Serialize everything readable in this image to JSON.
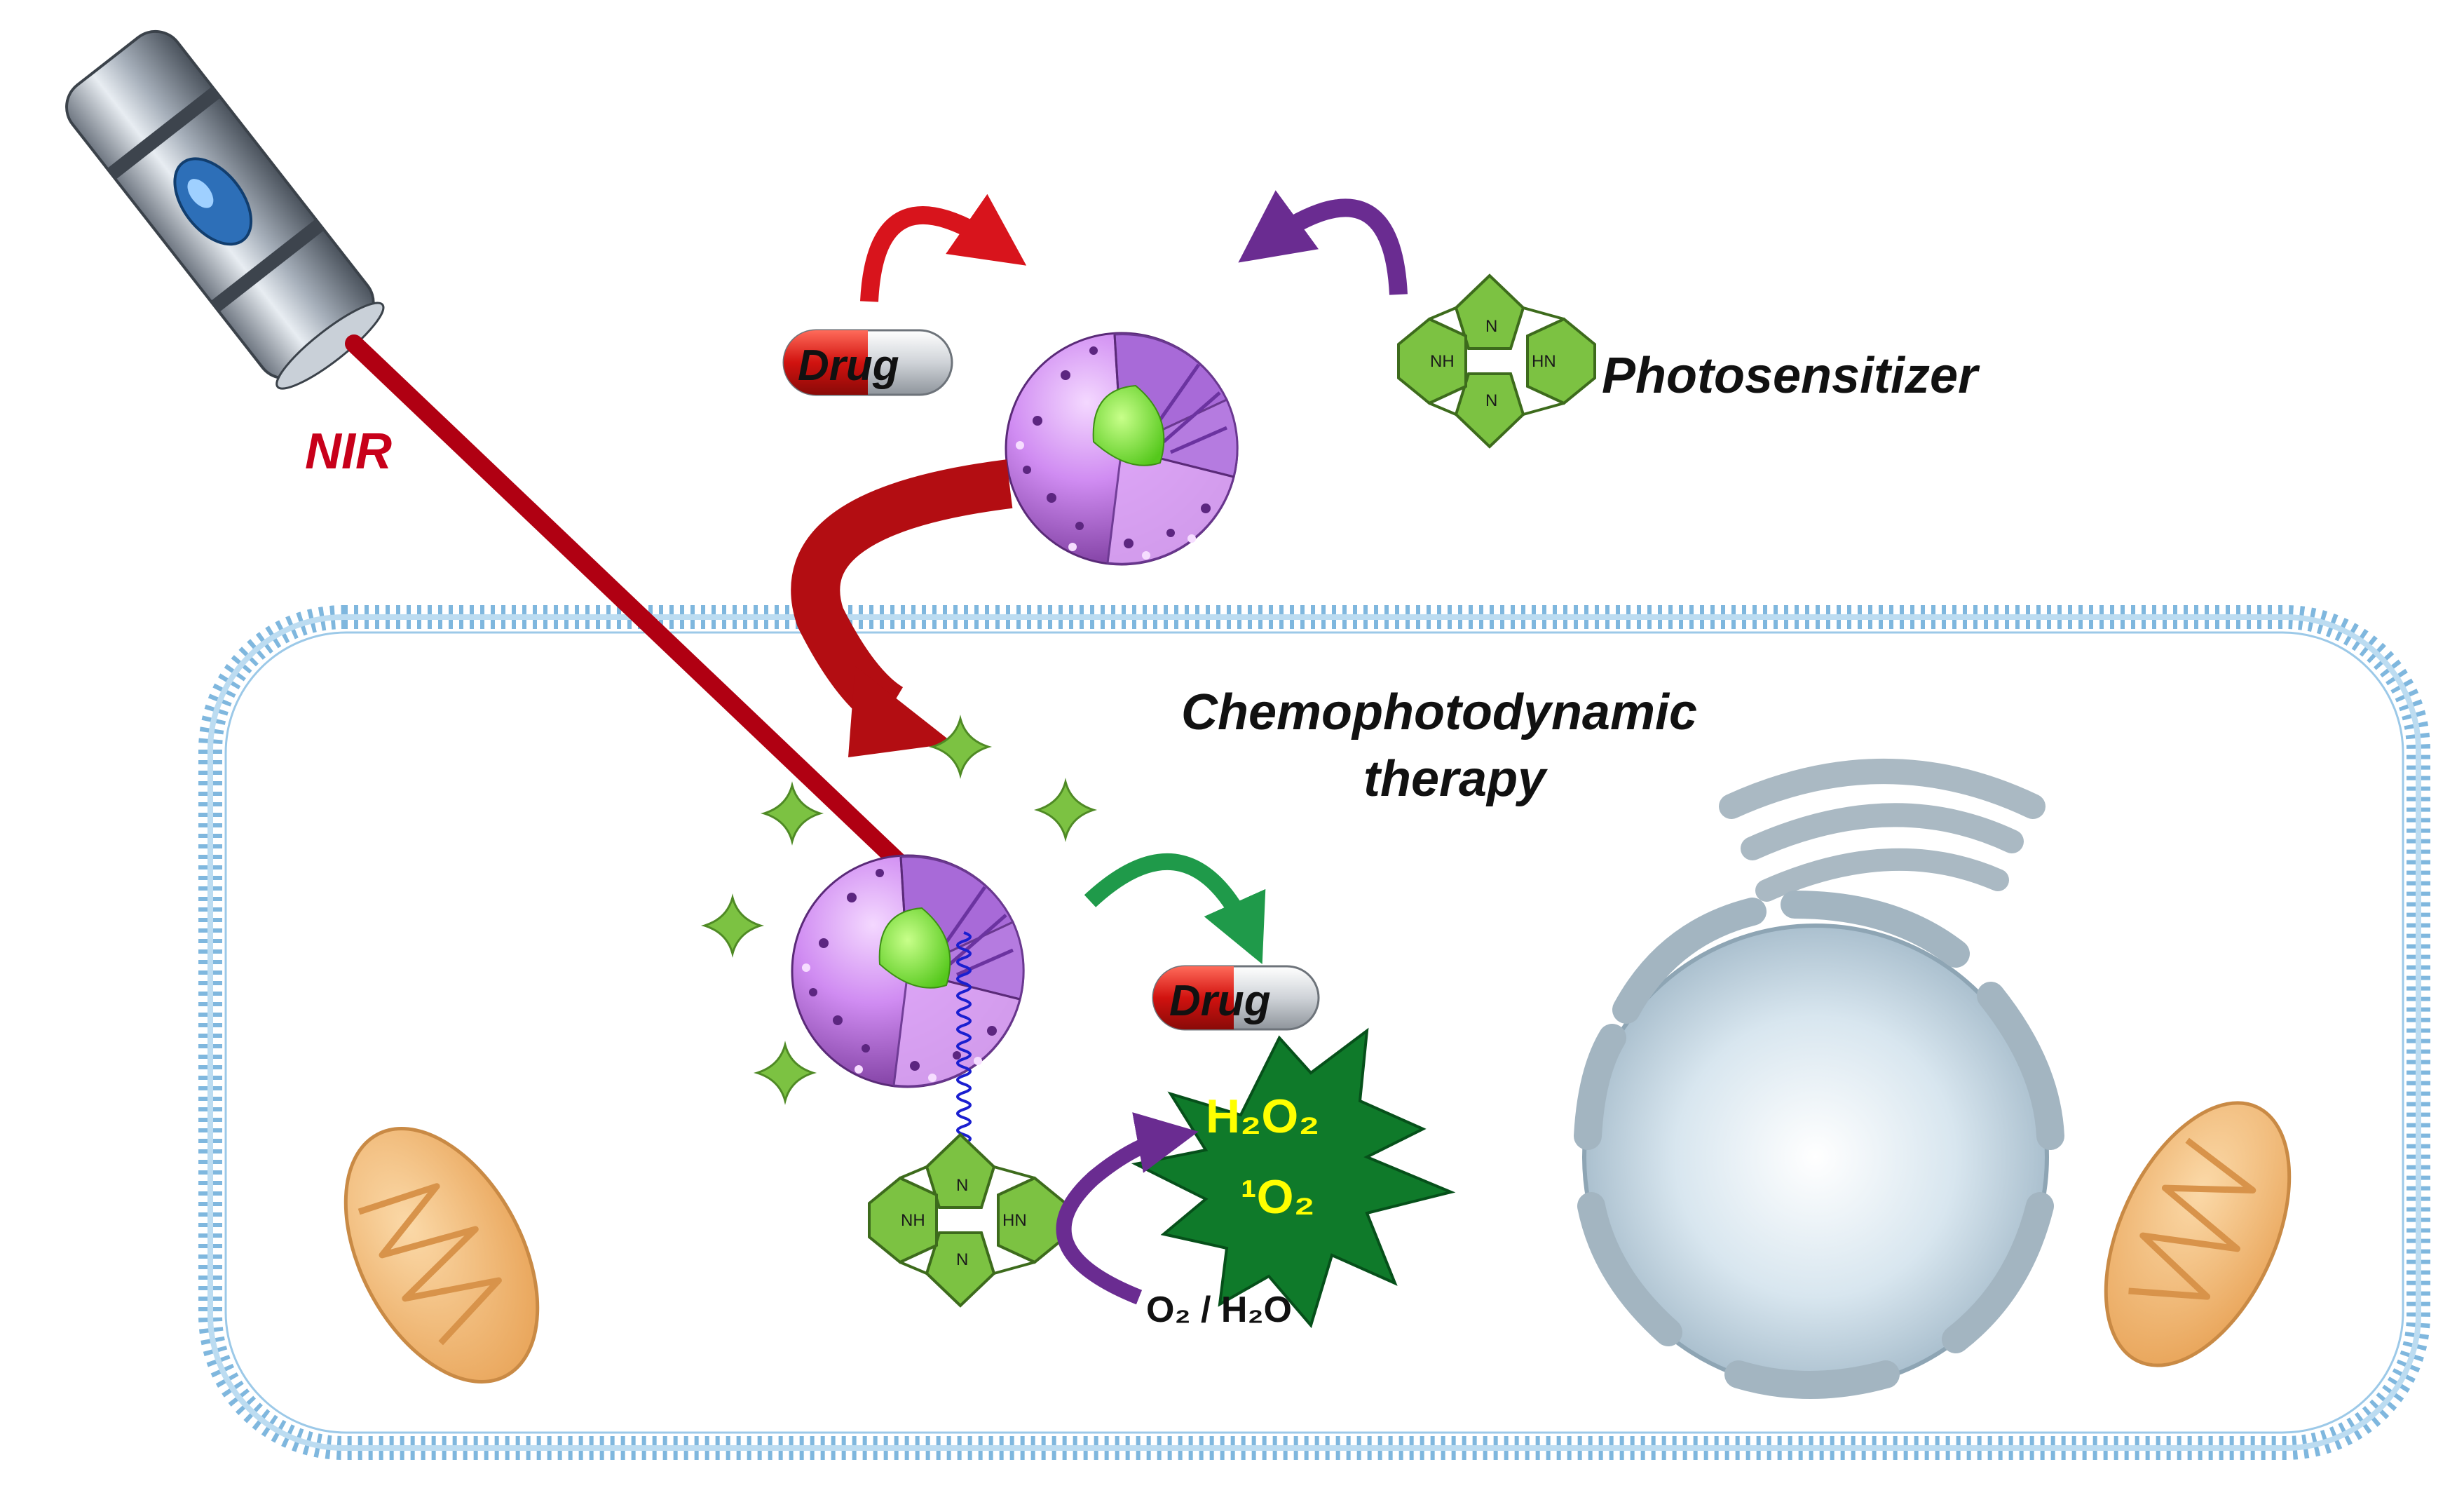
{
  "labels": {
    "nir": "NIR",
    "photosensitizer": "Photosensitizer",
    "therapy_line1": "Chemophotodynamic",
    "therapy_line2": "therapy",
    "drug_top": "Drug",
    "drug_bottom": "Drug",
    "ros_h2o2": "H₂O₂",
    "ros_singlet": "¹O₂",
    "substrate": "O₂ / H₂O",
    "ps_nh_left": "NH",
    "ps_hn_right": "HN",
    "ps_n_top": "N",
    "ps_n_bottom": "N"
  },
  "colors": {
    "laser": "#b00012",
    "nir_text": "#c8001a",
    "nanoparticle": "#c77cf0",
    "core": "#7ee835",
    "photosensitizer": "#7cc242",
    "membrane": "#7fb7de",
    "arrow_red": "#d8141c",
    "arrow_purple": "#6a2c91",
    "arrow_green": "#1f9a4a",
    "ros_star": "#0f7a2a",
    "ros_text": "#ffff00",
    "mitochondria": "#f2b673",
    "nucleus": "#b9c9d4"
  },
  "icons": {
    "laser_pointer": "laser-pointer-icon",
    "drug_capsule": "capsule-icon",
    "porphyrin": "porphyrin-icon",
    "nanoparticle": "mesoporous-nanoparticle-icon",
    "mitochondrion": "mitochondrion-icon",
    "nucleus": "nucleus-icon",
    "golgi": "golgi-icon"
  }
}
